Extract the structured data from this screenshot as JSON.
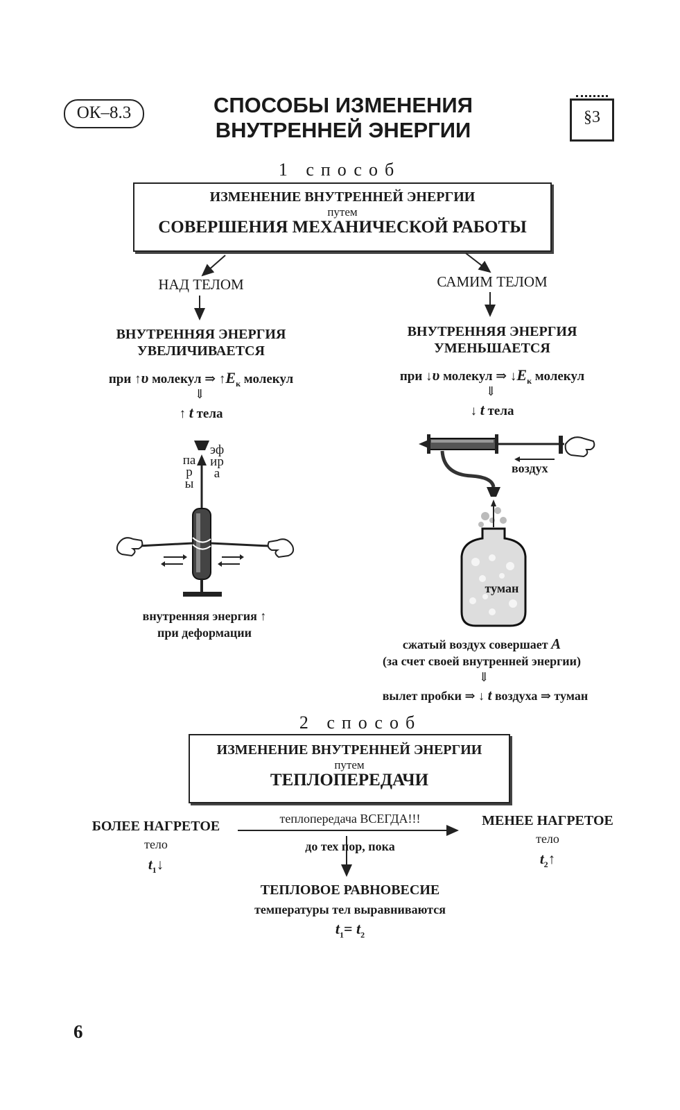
{
  "header": {
    "code": "ОК–8.3",
    "title_line1": "СПОСОБЫ ИЗМЕНЕНИЯ",
    "title_line2": "ВНУТРЕННЕЙ ЭНЕРГИИ",
    "section": "§3"
  },
  "method1": {
    "label": "1 способ",
    "box_line1": "ИЗМЕНЕНИЕ ВНУТРЕННЕЙ ЭНЕРГИИ",
    "box_line2": "путем",
    "box_line3": "СОВЕРШЕНИЯ МЕХАНИЧЕСКОЙ РАБОТЫ",
    "left": {
      "heading": "НАД ТЕЛОМ",
      "energy_line1": "ВНУТРЕННЯЯ ЭНЕРГИЯ",
      "energy_line2": "УВЕЛИЧИВАЕТСЯ",
      "formula_pri": "при",
      "formula_up": "↑",
      "formula_v": "υ",
      "formula_mol": "молекул",
      "formula_implies": "⇒",
      "formula_E": "E",
      "formula_k": "к",
      "formula_mol2": "молекул",
      "down_implies": "⇓",
      "result_arrow": "↑",
      "result_t": "t",
      "result_text": "тела",
      "vapor_label_1": "пары",
      "vapor_label_2": "эфира",
      "caption_line1": "внутренняя энергия ↑",
      "caption_line2": "при деформации"
    },
    "right": {
      "heading": "САМИМ ТЕЛОМ",
      "energy_line1": "ВНУТРЕННЯЯ ЭНЕРГИЯ",
      "energy_line2": "УМЕНЬШАЕТСЯ",
      "formula_pri": "при",
      "formula_down": "↓",
      "formula_v": "υ",
      "formula_mol": "молекул",
      "formula_implies": "⇒",
      "formula_E": "E",
      "formula_k": "к",
      "formula_mol2": "молекул",
      "down_implies": "⇓",
      "result_arrow": "↓",
      "result_t": "t",
      "result_text": "тела",
      "air_label": "воздух",
      "fog_label": "туман",
      "caption_line1_pre": "сжатый воздух совершает",
      "caption_line1_A": "A",
      "caption_line2": "(за счет своей внутренней энергии)",
      "down_implies2": "⇓",
      "chain_part1": "вылет пробки ⇒ ↓",
      "chain_t": "t",
      "chain_part2": "воздуха ⇒ туман"
    }
  },
  "method2": {
    "label": "2 способ",
    "box_line1": "ИЗМЕНЕНИЕ ВНУТРЕННЕЙ ЭНЕРГИИ",
    "box_line2": "путем",
    "box_line3": "ТЕПЛОПЕРЕДАЧИ",
    "hot_title": "БОЛЕЕ НАГРЕТОЕ",
    "hot_sub": "тело",
    "hot_t": "t",
    "hot_idx": "1",
    "hot_arrow": "↓",
    "arrow_top": "теплопередача ВСЕГДА!!!",
    "arrow_bottom": "до тех пор, пока",
    "cold_title": "МЕНЕЕ НАГРЕТОЕ",
    "cold_sub": "тело",
    "cold_t": "t",
    "cold_idx": "2",
    "cold_arrow": "↑",
    "eq_title": "ТЕПЛОВОЕ РАВНОВЕСИЕ",
    "eq_text": "температуры тел выравниваются",
    "eq_t1": "t",
    "eq_i1": "1",
    "eq_sign": "=",
    "eq_t2": "t",
    "eq_i2": "2"
  },
  "page_number": "6"
}
